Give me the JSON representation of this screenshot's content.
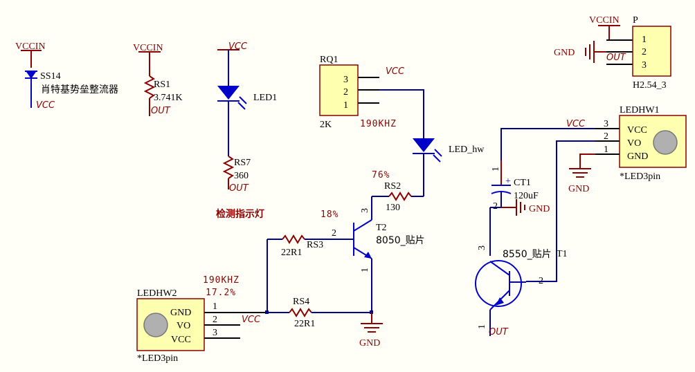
{
  "colors": {
    "background": "#FFFFF8",
    "wire": "#00008B",
    "component": "#8B0000",
    "connector_fill": "#FFFFB0"
  },
  "ss14": {
    "net": "VCCIN",
    "ref": "SS14",
    "desc": "肖特基势垒整流器",
    "out": "VCC"
  },
  "rs1": {
    "net": "VCCIN",
    "ref": "RS1",
    "value": "3.741K",
    "out": "OUT"
  },
  "led1": {
    "net": "VCC",
    "ref": "LED1"
  },
  "rs7": {
    "ref": "RS7",
    "value": "360",
    "out": "OUT"
  },
  "indicator": {
    "label": "检测指示灯"
  },
  "rq1": {
    "ref": "RQ1",
    "pins": [
      "3",
      "2",
      "1"
    ],
    "value": "2K",
    "net": "VCC",
    "freq": "190KHZ"
  },
  "led_hw": {
    "ref": "LED_hw",
    "percent": "76%"
  },
  "rs2": {
    "ref": "RS2",
    "value": "130"
  },
  "t2": {
    "ref": "T2",
    "type": "8050_贴片",
    "pct": "18%",
    "pin_b": "2",
    "pin_c": "3",
    "pin_e": "1"
  },
  "rs3": {
    "ref": "RS3",
    "value": "22R1"
  },
  "rs4": {
    "ref": "RS4",
    "value": "22R1"
  },
  "ledhw2": {
    "ref": "LEDHW2",
    "pins": [
      "GND",
      "VO",
      "VCC"
    ],
    "nums": [
      "1",
      "2",
      "3"
    ],
    "footprint": "*LED3pin",
    "net": "VCC",
    "freq": "190KHZ",
    "duty": "17.2%"
  },
  "gnd_label": "GND",
  "p_conn": {
    "net": "VCCIN",
    "ref": "P",
    "pins": [
      "1",
      "2",
      "3"
    ],
    "gnd": "GND",
    "out": "OUT",
    "footprint": "H2.54_3"
  },
  "ledhw1": {
    "ref": "LEDHW1",
    "pins": [
      "VCC",
      "VO",
      "GND"
    ],
    "nums": [
      "3",
      "2",
      "1"
    ],
    "footprint": "*LED3pin",
    "net": "VCC",
    "gnd": "GND"
  },
  "ct1": {
    "ref": "CT1",
    "value": "120uF",
    "pin1": "1",
    "pin2": "2",
    "gnd": "GND",
    "plus": "+"
  },
  "t1": {
    "ref": "T1",
    "type": "8550_贴片",
    "pin_e": "3",
    "pin_b": "2",
    "pin_c": "1",
    "out": "OUT"
  }
}
